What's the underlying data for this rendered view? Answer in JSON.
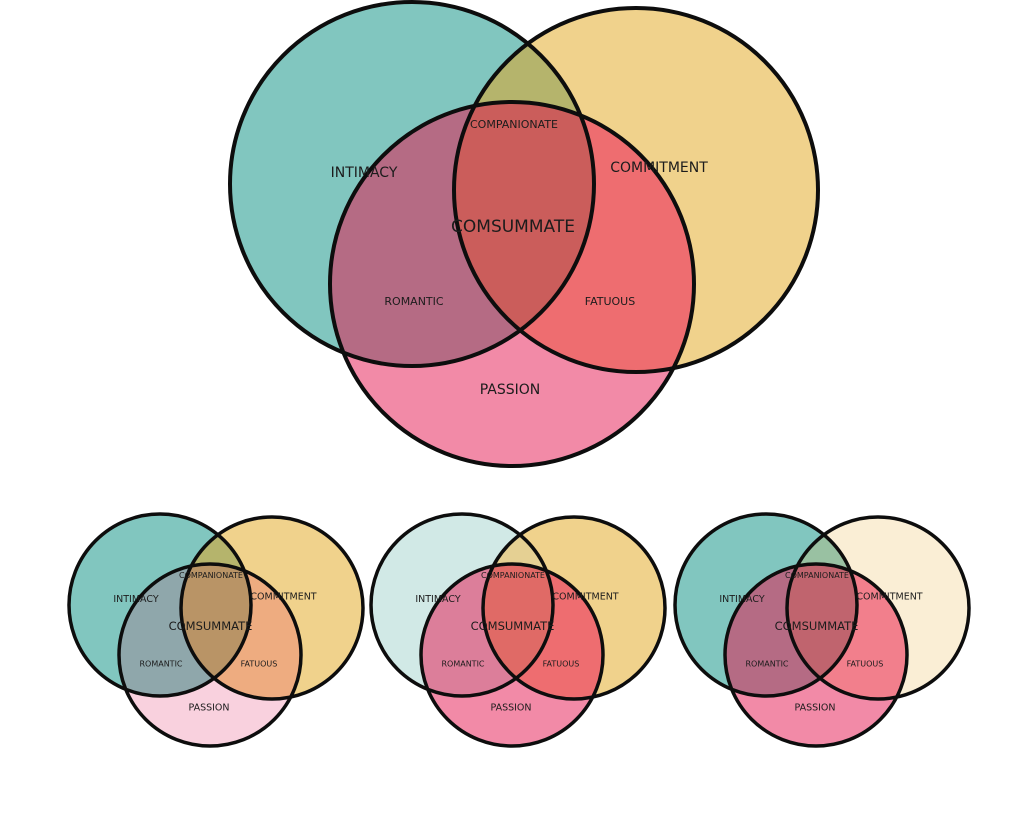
{
  "labels": {
    "intimacy": "INTIMACY",
    "commitment": "COMMITMENT",
    "passion": "PASSION",
    "companionate": "COMPANIONATE",
    "romantic": "ROMANTIC",
    "fatuous": "FATUOUS",
    "consummate": "COMSUMMATE"
  },
  "diagrams": [
    {
      "id": "main",
      "colors": {
        "intimacy": "#81c6bf",
        "commitment": "#f0d28c",
        "passion": "#f28aa7",
        "companionate": "#b5b46c",
        "romantic": "#b56b84",
        "fatuous": "#ee6d70",
        "consummate": "#cb5d5b"
      }
    },
    {
      "id": "small-1",
      "colors": {
        "intimacy": "#81c6bf",
        "commitment": "#f0d28c",
        "passion": "#f9d1de",
        "companionate": "#b5b46c",
        "romantic": "#8fa7ab",
        "fatuous": "#eeac80",
        "consummate": "#b99466"
      }
    },
    {
      "id": "small-2",
      "colors": {
        "intimacy": "#d1e9e6",
        "commitment": "#f0d28c",
        "passion": "#f28aa7",
        "companionate": "#e5d093",
        "romantic": "#dc7e9a",
        "fatuous": "#ee6d70",
        "consummate": "#e06a66"
      }
    },
    {
      "id": "small-3",
      "colors": {
        "intimacy": "#81c6bf",
        "commitment": "#faeed5",
        "passion": "#f28aa7",
        "companionate": "#99c1a2",
        "romantic": "#b56b84",
        "fatuous": "#f27f8c",
        "consummate": "#c0646e"
      }
    }
  ]
}
